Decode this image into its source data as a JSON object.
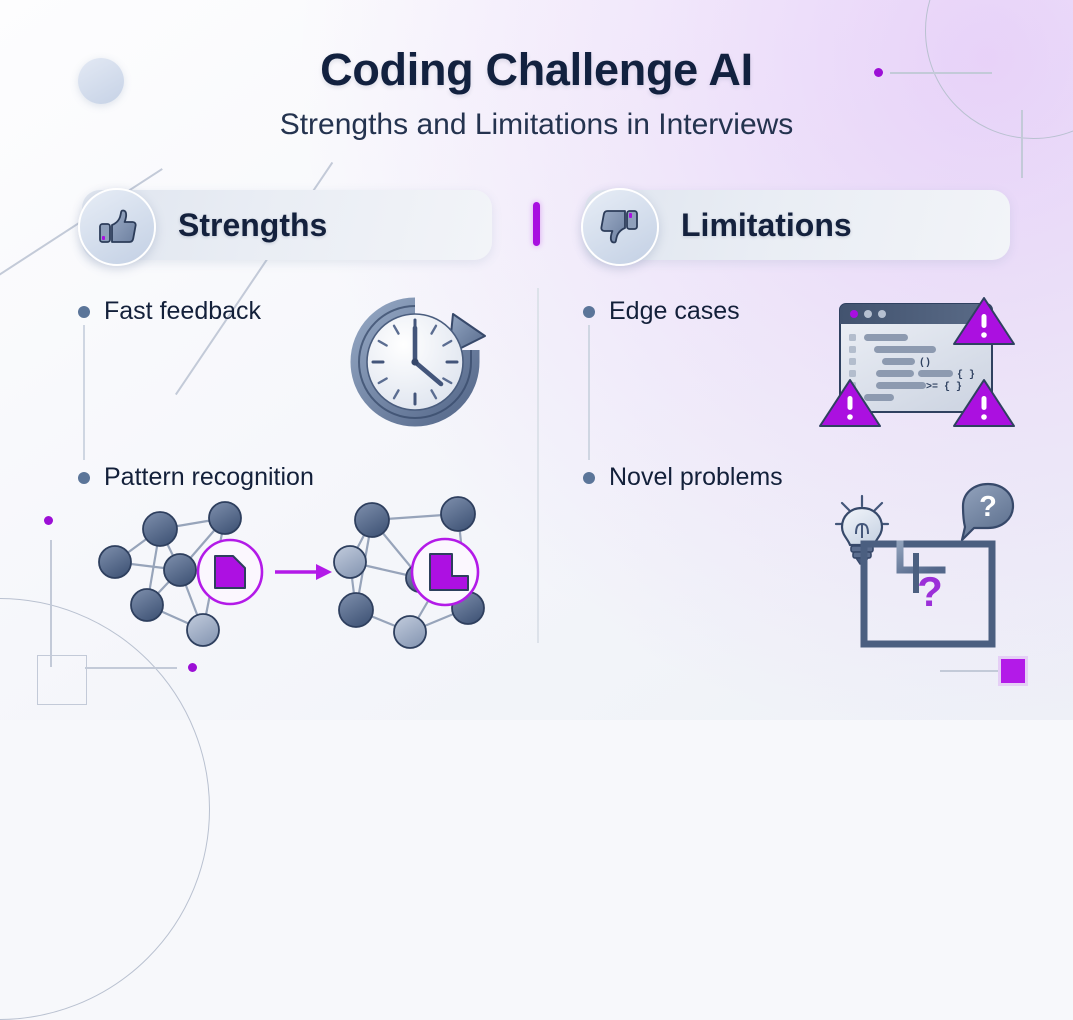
{
  "header": {
    "title": "Coding Challenge AI",
    "subtitle": "Strengths and Limitations in Interviews"
  },
  "columns": {
    "strengths": {
      "heading": "Strengths",
      "icon": "thumbs-up-icon",
      "items": [
        {
          "label": "Fast feedback",
          "illustration": "clock-with-arrow-icon"
        },
        {
          "label": "Pattern recognition",
          "illustration": "network-graph-transform-icon"
        }
      ]
    },
    "limitations": {
      "heading": "Limitations",
      "icon": "thumbs-down-icon",
      "items": [
        {
          "label": "Edge cases",
          "illustration": "code-window-warnings-icon"
        },
        {
          "label": "Novel problems",
          "illustration": "maze-lightbulb-question-icon"
        }
      ]
    }
  },
  "illustrations": {
    "code_window": {
      "tokens": [
        "()",
        "{ }",
        ">= { }"
      ],
      "warning_glyph": "!",
      "warning_count": 3
    },
    "maze": {
      "center_glyph": "?",
      "bubble_glyph": "?"
    },
    "clock": {
      "hour_hand": "12",
      "minute_hand": "4"
    }
  },
  "colors": {
    "accent_purple": "#a80fe0",
    "accent_purple_bright": "#b31ae8",
    "title_navy": "#12213f",
    "bullet_blue": "#5b7599",
    "node_slate": "#4e6180",
    "background": "#f7f8fb",
    "divider": "#dde2ea"
  }
}
